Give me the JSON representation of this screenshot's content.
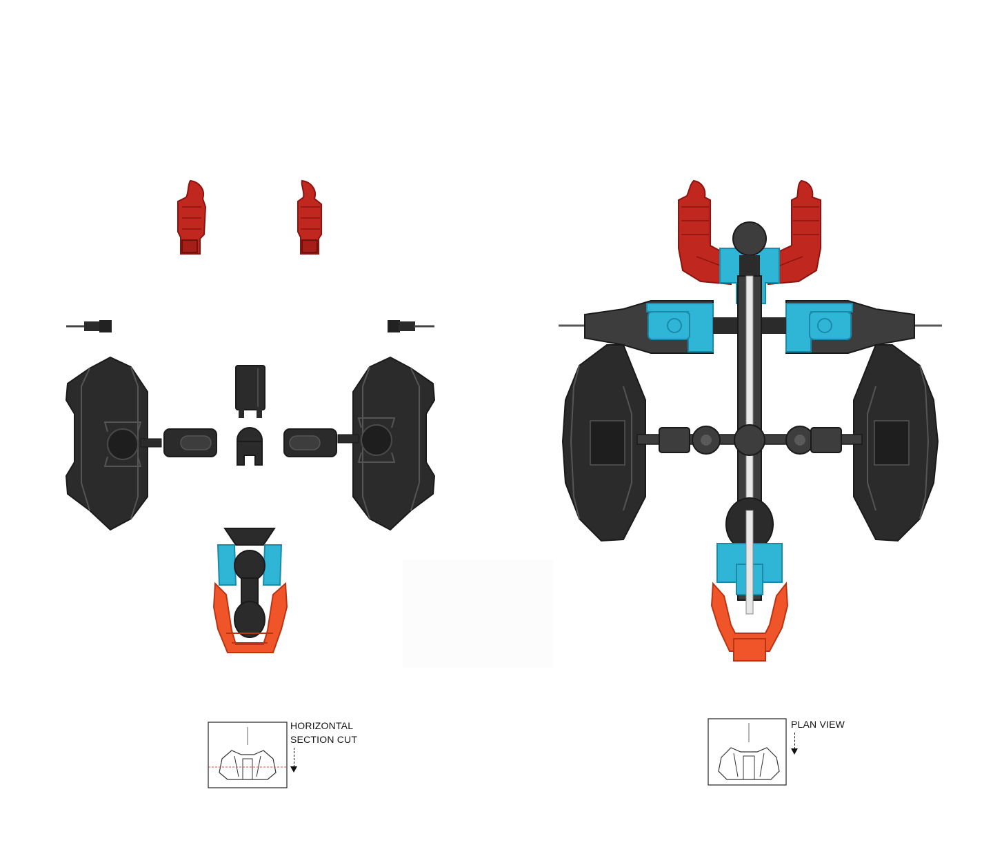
{
  "left_panel": {
    "caption_line1": "HORIZONTAL",
    "caption_line2": "SECTION CUT"
  },
  "right_panel": {
    "caption": "PLAN VIEW"
  },
  "colors": {
    "dark": "#2b2b2b",
    "dark_mid": "#3d3d3d",
    "grey": "#5a5a5a",
    "red": "#c0281f",
    "red_dark": "#8a1410",
    "cyan": "#2fb5d6",
    "cyan_dark": "#1a8aa8",
    "orange": "#f0552a",
    "orange_dark": "#b83415"
  }
}
